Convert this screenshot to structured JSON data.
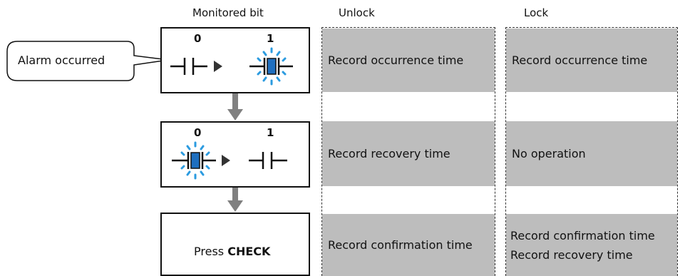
{
  "headers": {
    "monitored_bit": "Monitored bit",
    "unlock": "Unlock",
    "lock": "Lock"
  },
  "callout": {
    "text": "Alarm occurred"
  },
  "rows": [
    {
      "bit_left": "0",
      "bit_right": "1",
      "lit": "right",
      "unlock": [
        "Record occurrence time"
      ],
      "lock": [
        "Record occurrence time"
      ]
    },
    {
      "bit_left": "0",
      "bit_right": "1",
      "lit": "left",
      "unlock": [
        "Record recovery time"
      ],
      "lock": [
        "No operation"
      ]
    },
    {
      "press_prefix": "Press ",
      "press_key": "CHECK",
      "unlock": [
        "Record confirmation time"
      ],
      "lock": [
        "Record confirmation time",
        "Record recovery time"
      ]
    }
  ],
  "colors": {
    "cell": "#bdbdbd",
    "lamp": "#1f6fbf",
    "glow": "#2b9be0",
    "arrow": "#808080"
  }
}
